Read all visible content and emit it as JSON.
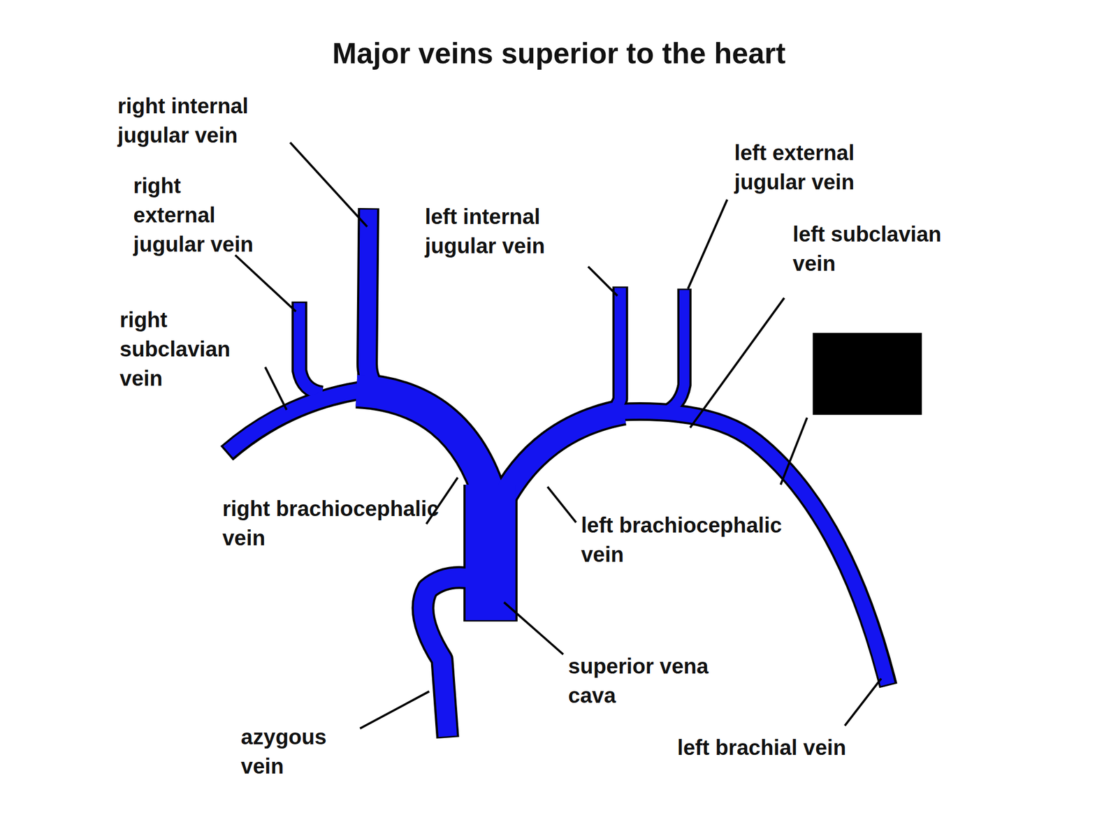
{
  "diagram": {
    "title": "Major veins superior to the heart",
    "labels": [
      "right internal jugular vein",
      "right external jugular vein",
      "right subclavian vein",
      "left internal jugular vein",
      "left external jugular vein",
      "left subclavian vein",
      "right brachiocephalic vein",
      "left brachiocephalic vein",
      "superior vena cava",
      "azygous vein",
      "left brachial vein"
    ]
  }
}
